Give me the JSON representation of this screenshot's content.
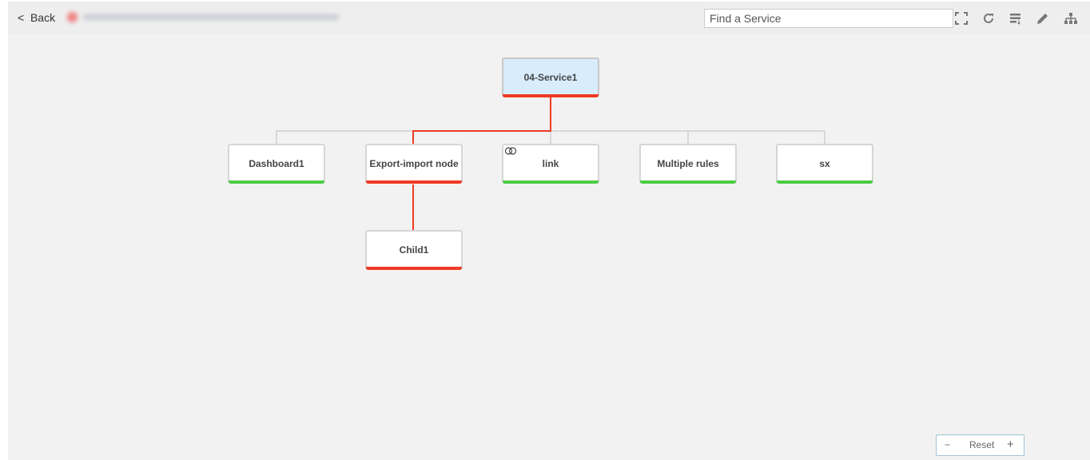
{
  "header": {
    "back_label": "Back",
    "search_placeholder": "Find a Service",
    "tools": [
      "fullscreen-icon",
      "refresh-icon",
      "sort-icon",
      "edit-icon",
      "hierarchy-icon"
    ]
  },
  "colors": {
    "critical": "#f03a24",
    "ok": "#4ccc44",
    "root_bg": "#d9ecfc",
    "line": "#d0d0d0"
  },
  "tree": {
    "root": {
      "label": "04-Service1",
      "status": "critical"
    },
    "children": [
      {
        "label": "Dashboard1",
        "status": "ok"
      },
      {
        "label": "Export-import node",
        "status": "critical",
        "children": [
          {
            "label": "Child1",
            "status": "critical"
          }
        ]
      },
      {
        "label": "link",
        "status": "ok",
        "icon": "link-icon"
      },
      {
        "label": "Multiple rules",
        "status": "ok"
      },
      {
        "label": "sx",
        "status": "ok"
      }
    ]
  },
  "zoom": {
    "minus": "−",
    "reset": "Reset",
    "plus": "+"
  }
}
